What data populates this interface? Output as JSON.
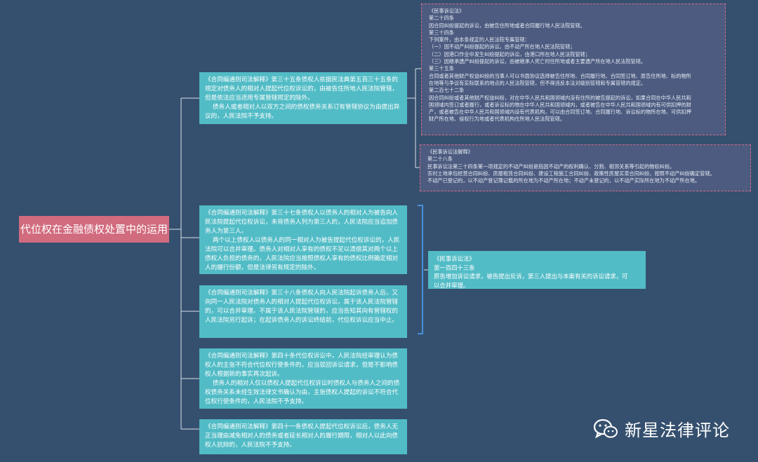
{
  "root": {
    "label": "代位权在金融债权处置中的运用"
  },
  "branches": [
    {
      "id": "b1",
      "paragraphs": [
        "《合同编通则司法解释》第三十五条债权人依据民法典第五百三十五条的规定对债务人的相对人提起代位权诉讼的，由被告住所地人民法院管辖，但是依法应当适用专属管辖规定的除外。",
        "    债务人或者相对人以双方之间的债权债务关系订有管辖协议为由提出异议的，人民法院不予支持。"
      ]
    },
    {
      "id": "b2",
      "paragraphs": [
        "《合同编通则司法解释》第三十七条债权人以债务人的相对人为被告向人民法院提起代位权诉讼，未将债务人列为第三人的，人民法院应当追加债务人为第三人。",
        "    两个以上债权人以债务人的同一相对人为被告提起代位权诉讼的，人民法院可以合并审理。债务人对相对人享有的债权不足以清偿其对两个以上债权人负担的债务的，人民法院应当按照债权人享有的债权比例确定相对人的履行份额，但是法律另有规定的除外。"
      ]
    },
    {
      "id": "b3",
      "paragraphs": [
        "《合同编通则司法解释》第三十八条债权人向人民法院起诉债务人后，又向同一人民法院对债务人的相对人提起代位权诉讼，属于该人民法院管辖的，可以合并审理。不属于该人民法院管辖的，应当告知其向有管辖权的人民法院另行起诉；在起诉债务人的诉讼终结前，代位权诉讼应当中止。"
      ]
    },
    {
      "id": "b4",
      "paragraphs": [
        "《合同编通则司法解释》第四十条代位权诉讼中，人民法院经审理认为债权人的主张不符合代位权行使条件的，应当驳回诉讼请求，但是不影响债权人根据新的事实再次起诉。",
        "    债务人的相对人仅以债权人提起代位权诉讼时债权人与债务人之间的债权债务关系未经生效法律文书确认为由，主张债权人提起的诉讼不符合代位权行使条件的，人民法院不予支持。"
      ]
    },
    {
      "id": "b5",
      "paragraphs": [
        "《合同编通则司法解释》第四十一条债权人提起代位权诉讼后，债务人无正当理由减免相对人的债务或者延长相对人的履行期限，相对人以此向债权人抗辩的，人民法院不予支持。"
      ]
    }
  ],
  "law_box_1": {
    "lines": [
      "《民事诉讼法》",
      "第二十四条",
      "因合同纠纷提起的诉讼，由被告住所地或者合同履行地人民法院管辖。",
      "第三十四条",
      "下列案件，由本条规定的人民法院专属管辖：",
      "（一）因不动产纠纷提起的诉讼，由不动产所在地人民法院管辖；",
      "（二）因港口作业中发生纠纷提起的诉讼，由港口所在地人民法院管辖；",
      "（三）因继承遗产纠纷提起的诉讼，由被继承人死亡时住所地或者主要遗产所在地人民法院管辖。",
      "第三十五条",
      "合同或者其他财产权益纠纷的当事人可以书面协议选择被告住所地、合同履行地、合同签订地、原告住所地、标的物所",
      "在地等与争议有实际联系的地点的人民法院管辖，但不得违反本法对级别管辖和专属管辖的规定。",
      "第二百七十二条",
      "因合同纠纷或者其他财产权益纠纷，对在中华人民共和国领域内没有住所的被告提起的诉讼，如果合同在中华人民共和",
      "国领域内签订或者履行，或者诉讼标的物在中华人民共和国领域内，或者被告在中华人民共和国领域内有可供扣押的财",
      "产，或者被告在中华人民共和国领域内设有代表机构，可以由合同签订地、合同履行地、诉讼标的物所在地、可供扣押",
      "财产所在地、侵权行为地或者代表机构住所地人民法院管辖。"
    ]
  },
  "law_box_2": {
    "lines": [
      "《民事诉讼法解释》",
      "第二十八条",
      "民事诉讼法第三十四条第一项规定的不动产纠纷是指因不动产的权利确认、分割、相邻关系等引起的物权纠纷。",
      "农村土地承包经营合同纠纷、房屋租赁合同纠纷、建设工程施工合同纠纷、政策性房屋买卖合同纠纷，按照不动产纠纷确定管辖。",
      "不动产已登记的，以不动产登记簿记载的所在地为不动产所在地；不动产未登记的，以不动产实际所在地为不动产所在地。"
    ]
  },
  "law_box_3": {
    "lines": [
      "《民事诉讼法》",
      "第一百四十三条",
      "原告增加诉讼请求，被告提出反诉，第三人提出与本案有关的诉讼请求，可",
      "以合并审理。"
    ]
  },
  "watermark": {
    "text": "新星法律评论",
    "icon": "wechat-icon"
  },
  "colors": {
    "background": "#35506e",
    "root": "#d16b7e",
    "node": "#52bcc6",
    "law_box": "#4c5b7f",
    "dashed_border": "#d66a8c",
    "bracket": "#4a90d9"
  }
}
